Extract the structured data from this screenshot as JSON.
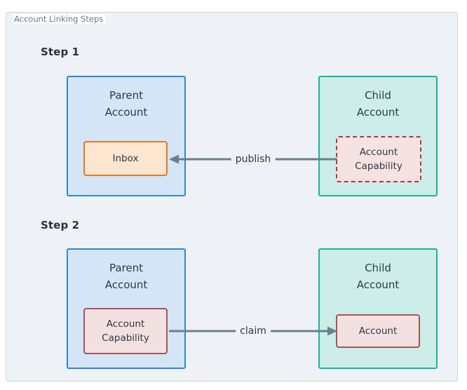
{
  "frame": {
    "legend": "Account Linking Steps"
  },
  "steps": [
    {
      "label": "Step 1",
      "parent": {
        "title": "Parent\nAccount",
        "node": {
          "label": "Inbox"
        }
      },
      "child": {
        "title": "Child\nAccount",
        "node": {
          "label": "Account\nCapability"
        }
      },
      "edge": {
        "label": "publish",
        "direction": "left"
      }
    },
    {
      "label": "Step 2",
      "parent": {
        "title": "Parent\nAccount",
        "node": {
          "label": "Account\nCapability"
        }
      },
      "child": {
        "title": "Child\nAccount",
        "node": {
          "label": "Account"
        }
      },
      "edge": {
        "label": "claim",
        "direction": "right"
      }
    }
  ],
  "colors": {
    "canvas_background": "#eef2f6",
    "frame_border": "#ccd4dd",
    "legend_text": "#68788a",
    "step_label_text": "#26333f",
    "parent_fill": "#d5e5f8",
    "parent_border": "#2e86de",
    "child_fill": "#cdeee8",
    "child_border": "#16b5a0",
    "inbox_fill": "#fce6cf",
    "inbox_border": "#e07b25",
    "capability_dashed_fill": "#f7e2e2",
    "capability_dashed_border": "#a63c3f",
    "capability_solid_fill": "#f3e1e1",
    "capability_solid_border": "#a75456",
    "edge_stroke": "#6c7e8e",
    "node_text": "#2b3a47"
  }
}
